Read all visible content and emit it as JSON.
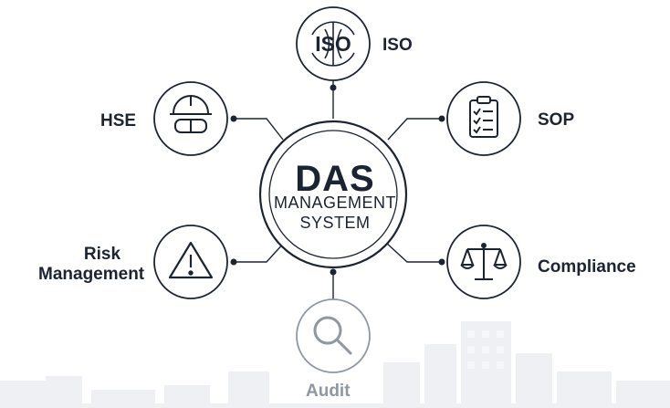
{
  "center": {
    "title": "DAS",
    "line1": "MANAGEMENT",
    "line2": "SYSTEM"
  },
  "nodes": [
    {
      "id": "iso",
      "label": "ISO",
      "icon": "iso-globe-icon"
    },
    {
      "id": "sop",
      "label": "SOP",
      "icon": "checklist-clipboard-icon"
    },
    {
      "id": "compliance",
      "label": "Compliance",
      "icon": "scales-of-justice-icon"
    },
    {
      "id": "audit",
      "label": "Audit",
      "icon": "magnifying-glass-icon"
    },
    {
      "id": "risk",
      "label_line1": "Risk",
      "label_line2": "Management",
      "icon": "warning-triangle-icon"
    },
    {
      "id": "hse",
      "label": "HSE",
      "icon": "safety-helmet-goggles-icon"
    }
  ],
  "iso_badge_text": "ISO",
  "colors": {
    "ink": "#1c2433",
    "faded": "#9aa3ad",
    "skyline": "#e9ecf0"
  }
}
